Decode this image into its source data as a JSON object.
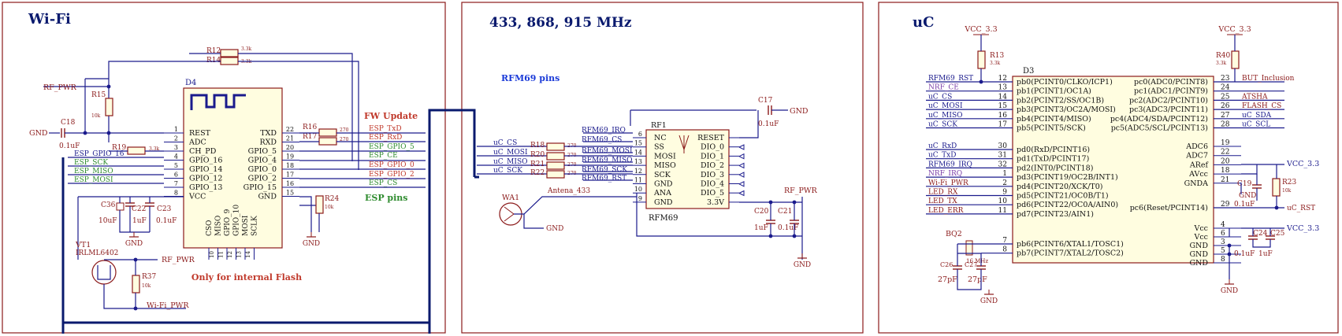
{
  "colors": {
    "frame": "#8b1a1a",
    "wire": "#1a1a8c",
    "bus": "#0a1a6e",
    "comp": "#8b1a1a",
    "body": "#fffde0",
    "blue": "#1a1a8c",
    "red": "#c0392b",
    "green": "#2e8b2e",
    "purple": "#7a3ea8",
    "title": "#0a1a6e"
  },
  "panels": {
    "wifi": "Wi-Fi",
    "radio": "433, 868, 915 MHz",
    "uc": "uC"
  },
  "wifi": {
    "d4": "D4",
    "left_pins": [
      "REST",
      "ADC",
      "CH_PD",
      "GPIO_16",
      "GPIO_14",
      "GPIO_12",
      "GPIO_13",
      "VCC"
    ],
    "left_nums": [
      "1",
      "2",
      "3",
      "4",
      "5",
      "6",
      "7",
      "8"
    ],
    "right_pins": [
      "TXD",
      "RXD",
      "GPIO_5",
      "GPIO_4",
      "GPIO_0",
      "GPIO_2",
      "GPIO_15",
      "GND"
    ],
    "right_nums": [
      "22",
      "21",
      "20",
      "19",
      "18",
      "17",
      "16",
      "15"
    ],
    "bottom_pins": [
      "CSO",
      "MISO",
      "GPIO_9",
      "GPIO_10",
      "MOSI",
      "SCLK"
    ],
    "bottom_nums": [
      "10",
      "11",
      "12",
      "13",
      "14"
    ],
    "r12": "R12",
    "r12v": "3.3k",
    "r14": "R14",
    "r14v": "3.3k",
    "r15": "R15",
    "r15v": "10k",
    "r19": "R19",
    "r19v": "3.3k",
    "r16": "R16",
    "r16v": "270",
    "r17": "R17",
    "r17v": "270",
    "r24": "R24",
    "r24v": "10k",
    "r37": "R37",
    "r37v": "10k",
    "c18": "C18",
    "c18v": "0.1uF",
    "c36": "C36",
    "c36v": "10uF",
    "c22": "C22",
    "c22v": "1uF",
    "c23": "C23",
    "c23v": "0.1uF",
    "vt1": "VT1",
    "vt1v": "IRLML6402",
    "gnd": "GND",
    "rf_pwr": "RF_PWR",
    "wifi_pwr": "Wi-Fi_PWR",
    "fw_update": "FW Update",
    "esp_pins": "ESP pins",
    "flash_note": "Only for internal Flash",
    "left_nets": [
      "ESP_GPIO_16",
      "ESP_SCK",
      "ESP_MISO",
      "ESP_MOSI"
    ],
    "right_nets": [
      "ESP_TxD",
      "ESP_RxD",
      "ESP_GPIO_5",
      "ESP_CE",
      "ESP_GPIO_0",
      "ESP_GPIO_2",
      "ESP_CS"
    ]
  },
  "radio": {
    "rfm69_pins": "RFM69 pins",
    "rf1": "RF1",
    "rfm69": "RFM69",
    "left_pins": [
      "NC",
      "SS",
      "MOSI",
      "MISO",
      "SCK",
      "GND",
      "ANA",
      "GND"
    ],
    "left_nums": [
      "6",
      "15",
      "14",
      "13",
      "12",
      "11",
      "10",
      "9"
    ],
    "right_pins": [
      "RESET",
      "DIO_0",
      "DIO_1",
      "DIO_2",
      "DIO_3",
      "DIO_4",
      "DIO_5",
      "3.3V"
    ],
    "nets_in": [
      "uC_CS",
      "uC_MOSI",
      "uC_MISO",
      "uC_SCK"
    ],
    "res": [
      "R18",
      "R20",
      "R21",
      "R22"
    ],
    "resv": "270",
    "nets_out": [
      "RFM69_IRQ",
      "RFM69_CS",
      "RFM69_MOSI",
      "RFM69_MISO",
      "RFM69_SCK",
      "RFM69_RST"
    ],
    "antenna": "Antena_433",
    "wa1": "WA1",
    "gnd": "GND",
    "c17": "C17",
    "c17v": "0.1uF",
    "c20": "C20",
    "c20v": "1uF",
    "c21": "C21",
    "c21v": "0.1uF",
    "rf_pwr": "RF_PWR"
  },
  "uc": {
    "d3": "D3",
    "vcc": "VCC_3.3",
    "r13": "R13",
    "r13v": "3.3k",
    "r40": "R40",
    "r40v": "3.3k",
    "left_pins": [
      "pb0(PCINT0/CLKO/ICP1)",
      "pb1(PCINT1/OC1A)",
      "pb2(PCINT2/SS/OC1B)",
      "pb3(PCINT3/OC2A/MOSI)",
      "pb4(PCINT4/MISO)",
      "pb5(PCINT5/SCK)"
    ],
    "left_nums": [
      "12",
      "13",
      "14",
      "15",
      "16",
      "17"
    ],
    "left_nets": [
      "RFM69_RST",
      "NRF_CE",
      "uC_CS",
      "uC_MOSI",
      "uC_MISO",
      "uC_SCK"
    ],
    "pd_pins": [
      "pd0(RxD/PCINT16)",
      "pd1(TxD/PCINT17)",
      "pd2(INT0/PCINT18)",
      "pd3(PCINT19/OC2B/INT1)",
      "pd4(PCINT20/XCK/T0)",
      "pd5(PCINT21/OC0B/T1)",
      "pd6(PCINT22/OC0A/AIN0)",
      "pd7(PCINT23/AIN1)"
    ],
    "pd_nums": [
      "30",
      "31",
      "32",
      "1",
      "2",
      "9",
      "10",
      "11"
    ],
    "pd_nets": [
      "uC_RxD",
      "uC_TxD",
      "RFM69_IRQ",
      "NRF_IRQ",
      "Wi-Fi_PWR",
      "LED_RX",
      "LED_TX",
      "LED_ERR"
    ],
    "pc_pins": [
      "pc0(ADC0/PCINT8)",
      "pc1(ADC1/PCINT9)",
      "pc2(ADC2/PCINT10)",
      "pc3(ADC3/PCINT11)",
      "pc4(ADC4/SDA/PCINT12)",
      "pc5(ADC5/SCL/PCINT13)"
    ],
    "pc_nums": [
      "23",
      "24",
      "25",
      "26",
      "27",
      "28"
    ],
    "pc_nets": [
      "BUT_Inclusion",
      "",
      "ATSHA",
      "FLASH_CS",
      "uC_SDA",
      "uC_SCL"
    ],
    "an_pins": [
      "ADC6",
      "ADC7",
      "ARef",
      "AVcc",
      "GNDA"
    ],
    "an_nums": [
      "19",
      "22",
      "20",
      "18",
      "21"
    ],
    "pc6": "pc6(Reset/PCINT14)",
    "pc6_num": "29",
    "rst": "uC_RST",
    "pwr_pins": [
      "Vcc",
      "Vcc",
      "GND",
      "GND",
      "GND"
    ],
    "pwr_nums": [
      "4",
      "6",
      "3",
      "5",
      "8"
    ],
    "xt_pins": [
      "pb6(PCINT6/XTAL1/TOSC1)",
      "pb7(PCINT7/XTAL2/TOSC2)"
    ],
    "xt_nums": [
      "7",
      "8"
    ],
    "bq2": "BQ2",
    "bq2v": "16 MHz",
    "c26": "C26",
    "c26v": "27pF",
    "c27": "C27",
    "c27v": "27pF",
    "c19": "C19",
    "c19v": "0.1uF",
    "r23": "R23",
    "r23v": "10k",
    "c24": "C24",
    "c24v": "0.1uF",
    "c25": "C25",
    "c25v": "1uF",
    "gnd": "GND"
  }
}
